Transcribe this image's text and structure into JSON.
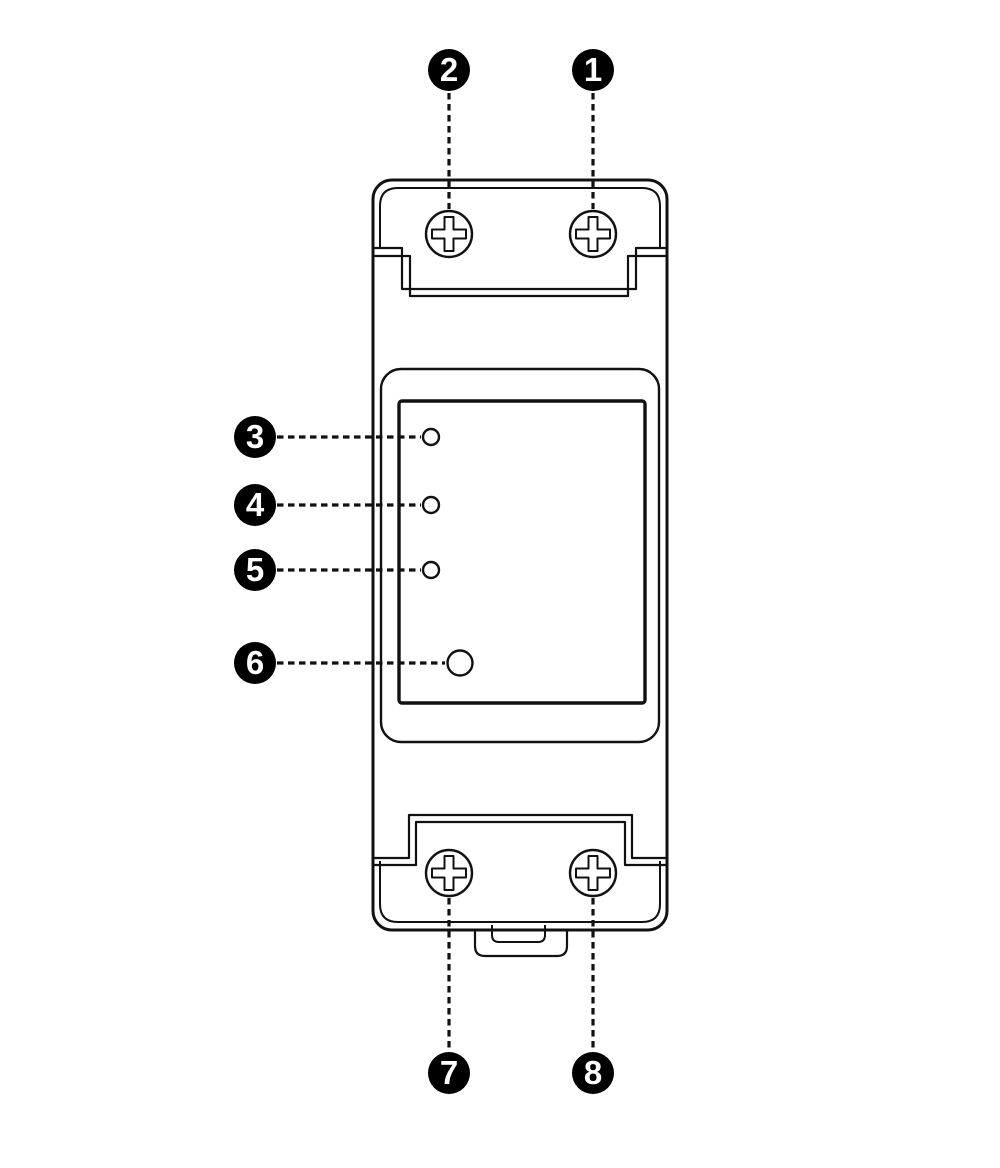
{
  "figure": {
    "kind": "device front-view line diagram",
    "background_color": "#ffffff",
    "line_color": "#111111",
    "badge_fill_color": "#000000",
    "badge_text_color": "#ffffff"
  },
  "callouts": [
    {
      "label": "1",
      "points_to": "top-right-screw"
    },
    {
      "label": "2",
      "points_to": "top-left-screw"
    },
    {
      "label": "3",
      "points_to": "led-indicator-1"
    },
    {
      "label": "4",
      "points_to": "led-indicator-2"
    },
    {
      "label": "5",
      "points_to": "led-indicator-3"
    },
    {
      "label": "6",
      "points_to": "push-button"
    },
    {
      "label": "7",
      "points_to": "bottom-left-screw"
    },
    {
      "label": "8",
      "points_to": "bottom-right-screw"
    }
  ]
}
